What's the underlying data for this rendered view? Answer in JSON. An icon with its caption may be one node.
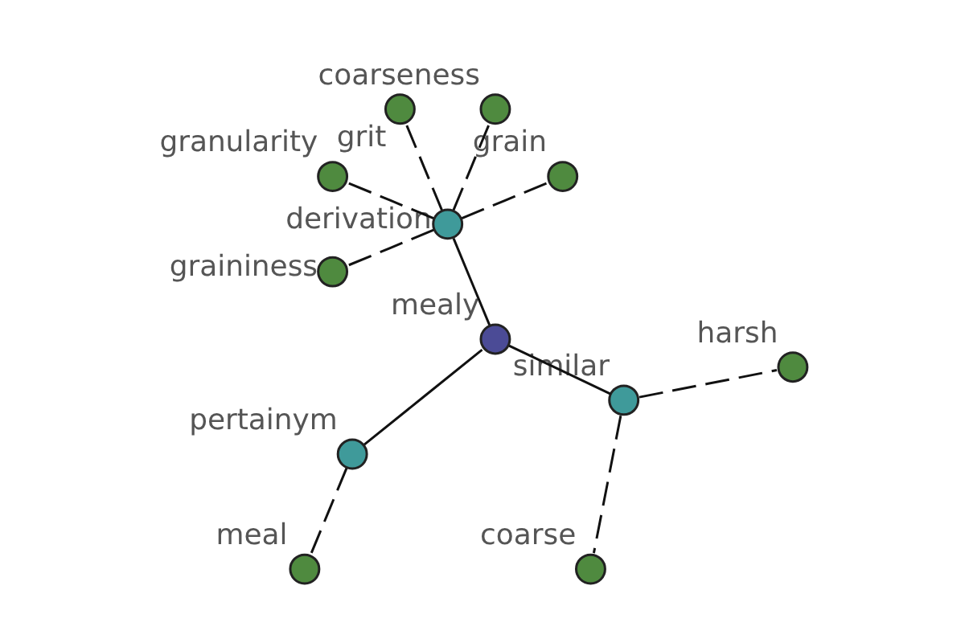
{
  "diagram": {
    "nodes": [
      {
        "text": [],
        "shape": "circle",
        "beside": [
          "grain"
        ]
      },
      {
        "text": [],
        "shape": "circle",
        "beside": [
          "coarseness"
        ]
      },
      {
        "text": [],
        "shape": "circle",
        "beside": [
          "grit"
        ]
      },
      {
        "text": [],
        "shape": "circle",
        "beside": [
          "granularity"
        ]
      },
      {
        "text": [],
        "shape": "circle",
        "beside": [
          "derivation"
        ]
      },
      {
        "text": [],
        "shape": "circle",
        "beside": [
          "meal"
        ]
      },
      {
        "text": [],
        "shape": "circle",
        "beside": [
          "graininess"
        ]
      },
      {
        "text": [],
        "shape": "circle",
        "beside": [
          "pertainym"
        ]
      },
      {
        "text": [],
        "shape": "circle",
        "beside": [
          "mealy"
        ]
      },
      {
        "text": [],
        "shape": "circle",
        "beside": [
          "coarse"
        ]
      },
      {
        "text": [],
        "shape": "circle",
        "beside": [
          "similar"
        ]
      },
      {
        "text": [],
        "shape": "circle",
        "beside": [
          "harsh"
        ]
      }
    ],
    "edges": [
      {
        "from": 8,
        "to": 4,
        "arrow": "none"
      },
      {
        "from": 8,
        "to": 7,
        "arrow": "none"
      },
      {
        "from": 8,
        "to": 10,
        "arrow": "none"
      },
      {
        "from": 4,
        "to": 0,
        "arrow": "none",
        "style": "dashed"
      },
      {
        "from": 4,
        "to": 1,
        "arrow": "none",
        "style": "dashed"
      },
      {
        "from": 4,
        "to": 2,
        "arrow": "none",
        "style": "dashed"
      },
      {
        "from": 4,
        "to": 3,
        "arrow": "none",
        "style": "dashed"
      },
      {
        "from": 4,
        "to": 6,
        "arrow": "none",
        "style": "dashed"
      },
      {
        "from": 7,
        "to": 5,
        "arrow": "none",
        "style": "dashed"
      },
      {
        "from": 10,
        "to": 9,
        "arrow": "none",
        "style": "dashed"
      },
      {
        "from": 10,
        "to": 11,
        "arrow": "none",
        "style": "dashed"
      }
    ]
  }
}
